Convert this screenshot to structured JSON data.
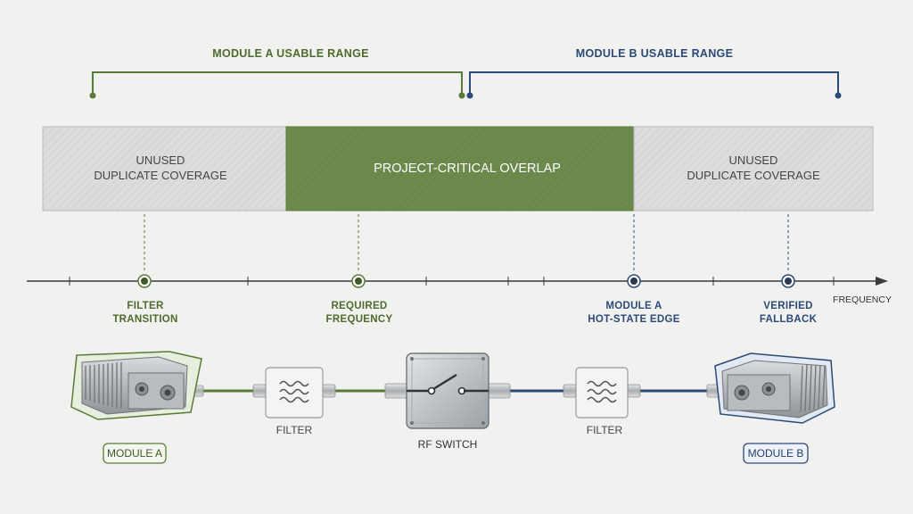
{
  "ranges": {
    "module_a": "MODULE A USABLE RANGE",
    "module_b": "MODULE B USABLE RANGE"
  },
  "bands": {
    "left_line1": "UNUSED",
    "left_line2": "DUPLICATE COVERAGE",
    "center": "PROJECT-CRITICAL OVERLAP",
    "right_line1": "UNUSED",
    "right_line2": "DUPLICATE COVERAGE"
  },
  "axis": {
    "label": "FREQUENCY",
    "markers": [
      {
        "line1": "FILTER",
        "line2": "TRANSITION",
        "module": "A"
      },
      {
        "line1": "REQUIRED",
        "line2": "FREQUENCY",
        "module": "A"
      },
      {
        "line1": "MODULE A",
        "line2": "HOT-STATE EDGE",
        "module": "B"
      },
      {
        "line1": "VERIFIED",
        "line2": "FALLBACK",
        "module": "B"
      }
    ]
  },
  "chain": {
    "module_a": "MODULE A",
    "filter_left": "FILTER",
    "switch": "RF SWITCH",
    "filter_right": "FILTER",
    "module_b": "MODULE B"
  },
  "colors": {
    "green": "#5b7a3a",
    "green_text": "#4e6b2e",
    "blue": "#2c4a77",
    "blue_text": "#2c4a77",
    "gray_band": "#dededc",
    "green_band": "#6b8a4a"
  },
  "icons": [
    "filter-wave-icon",
    "switch-icon",
    "module-a-icon",
    "module-b-icon"
  ]
}
